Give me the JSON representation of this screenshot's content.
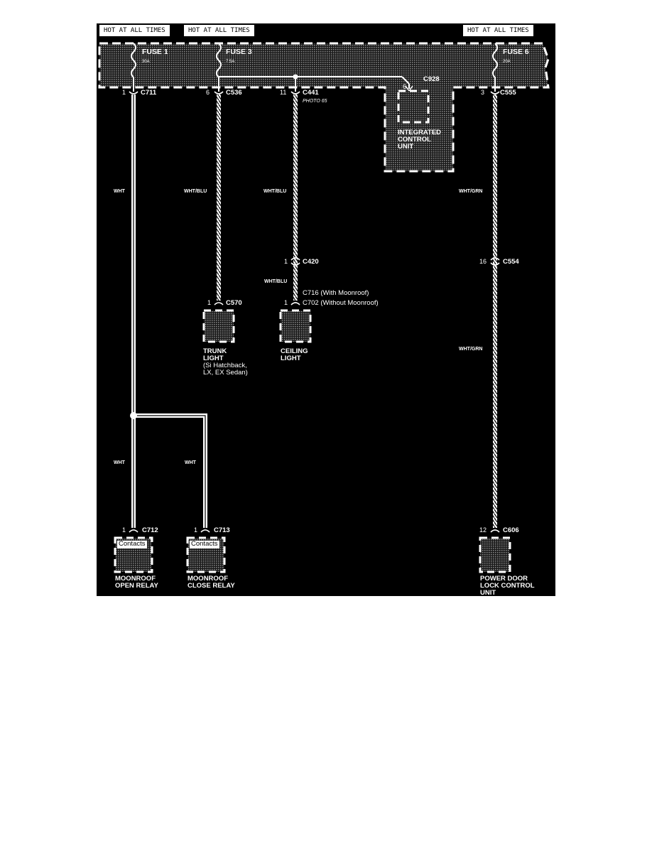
{
  "header": {
    "hot_labels": [
      "HOT AT ALL TIMES",
      "HOT AT ALL TIMES",
      "HOT AT ALL TIMES"
    ]
  },
  "fuses": [
    {
      "name": "FUSE 1",
      "rating": "30A"
    },
    {
      "name": "FUSE 3",
      "rating": "7.5A"
    },
    {
      "name": "FUSE 6",
      "rating": "20A"
    }
  ],
  "connectors": {
    "c711": {
      "pin": "1",
      "id": "C711"
    },
    "c536": {
      "pin": "6",
      "id": "C536"
    },
    "c441": {
      "pin": "11",
      "id": "C441",
      "note": "PHOTO 65"
    },
    "c928": {
      "pin": "6",
      "id": "C928"
    },
    "c555": {
      "pin": "3",
      "id": "C555"
    },
    "c420": {
      "pin": "1",
      "id": "C420"
    },
    "c554": {
      "pin": "16",
      "id": "C554"
    },
    "c716": {
      "id": "C716 (With Moonroof)"
    },
    "c702": {
      "pin": "1",
      "id": "C702 (Without Moonroof)"
    },
    "c570": {
      "pin": "1",
      "id": "C570"
    },
    "c712": {
      "pin": "1",
      "id": "C712"
    },
    "c713": {
      "pin": "1",
      "id": "C713"
    },
    "c606": {
      "pin": "12",
      "id": "C606"
    }
  },
  "wires": {
    "wht_top": "WHT",
    "whtblu_trunk": "WHT/BLU",
    "whtblu_ceiling": "WHT/BLU",
    "whtblu_c420": "WHT/BLU",
    "whtgrn_top": "WHT/GRN",
    "whtgrn_mid": "WHT/GRN",
    "wht_open": "WHT",
    "wht_close": "WHT"
  },
  "components": {
    "icu": [
      "INTEGRATED",
      "CONTROL",
      "UNIT"
    ],
    "trunk": [
      "TRUNK",
      "LIGHT"
    ],
    "trunk_note": [
      "(Si Hatchback,",
      "LX, EX Sedan)"
    ],
    "ceiling": [
      "CEILING",
      "LIGHT"
    ],
    "open_relay": [
      "MOONROOF",
      "OPEN RELAY"
    ],
    "close_relay": [
      "MOONROOF",
      "CLOSE RELAY"
    ],
    "pdl": [
      "POWER DOOR",
      "LOCK CONTROL",
      "UNIT"
    ],
    "contacts_label": "Contacts"
  }
}
